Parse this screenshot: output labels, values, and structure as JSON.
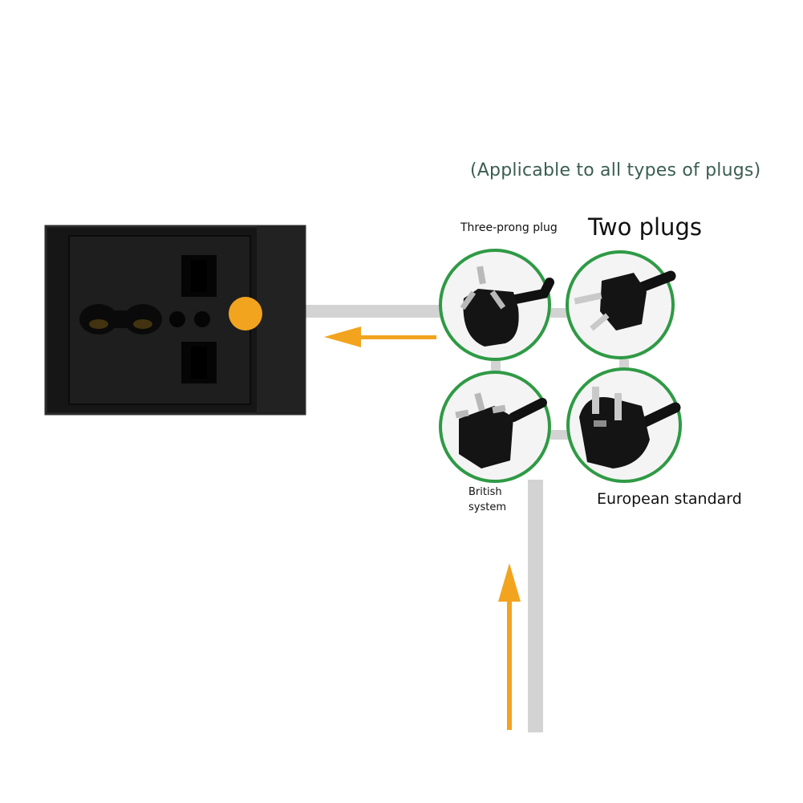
{
  "subtitle": "(Applicable to all types of plugs)",
  "labels": {
    "three_prong": "Three-prong plug",
    "two_plugs": "Two plugs",
    "british_line1": "British",
    "british_line2": "system",
    "european": "European standard"
  },
  "colors": {
    "accent_orange": "#f2a41f",
    "ring_green": "#2f9a45",
    "connector_gray": "#d3d3d3",
    "socket_black": "#161616"
  },
  "icons": [
    "universal-socket-icon",
    "three-prong-plug-icon",
    "two-pin-plug-icon",
    "british-plug-icon",
    "european-plug-icon",
    "arrow-left-icon",
    "arrow-up-icon"
  ]
}
